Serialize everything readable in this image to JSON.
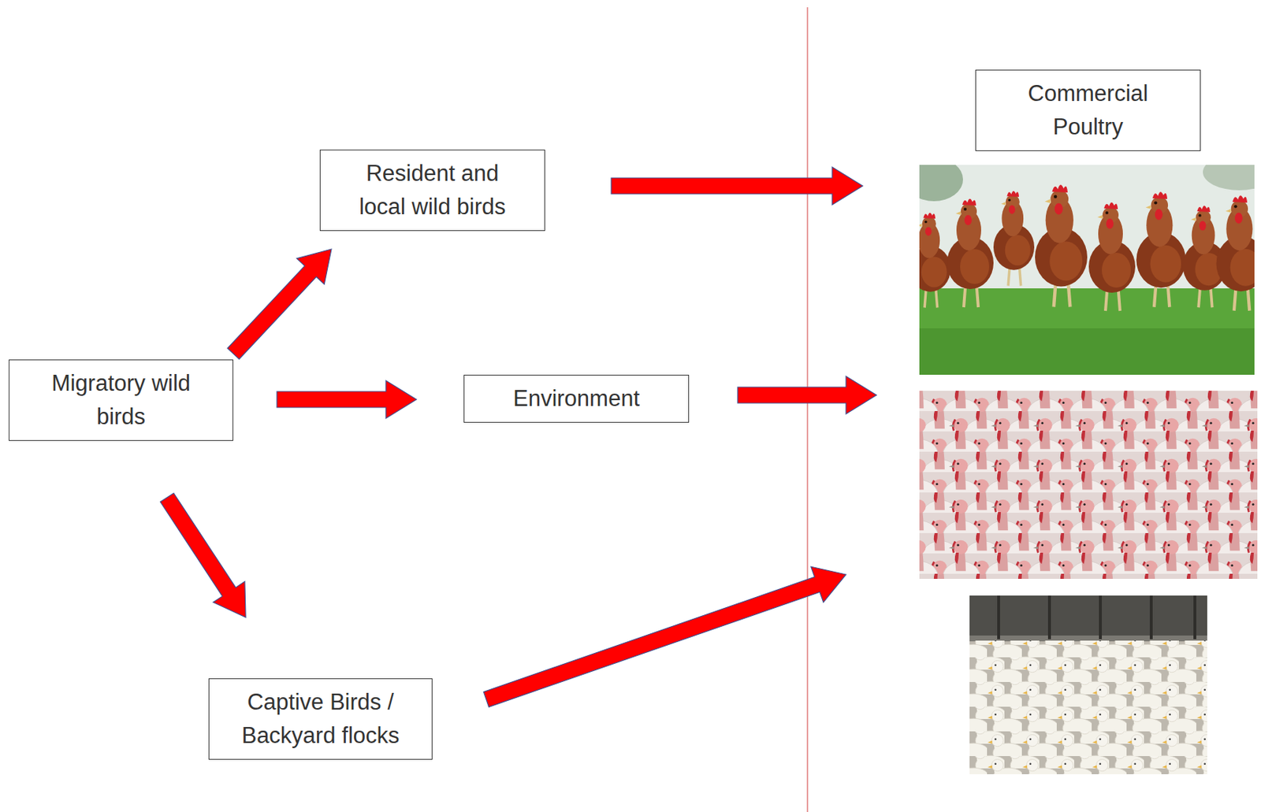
{
  "diagram": {
    "nodes": [
      {
        "text": [
          "Migratory wild birds"
        ]
      },
      {
        "text": [
          "Resident and local wild birds"
        ]
      },
      {
        "text": [
          "Environment"
        ]
      },
      {
        "text": [
          "Captive Birds / Backyard flocks"
        ]
      },
      {
        "text": [
          "Commercial Poultry"
        ]
      }
    ],
    "edges": [
      {
        "from": 0,
        "to": 1,
        "arrow": "to"
      },
      {
        "from": 0,
        "to": 2,
        "arrow": "to"
      },
      {
        "from": 0,
        "to": 3,
        "arrow": "to"
      },
      {
        "from": 1,
        "to": 4,
        "arrow": "to"
      },
      {
        "from": 2,
        "to": 4,
        "arrow": "to"
      },
      {
        "from": 3,
        "to": 4,
        "arrow": "to"
      }
    ]
  }
}
